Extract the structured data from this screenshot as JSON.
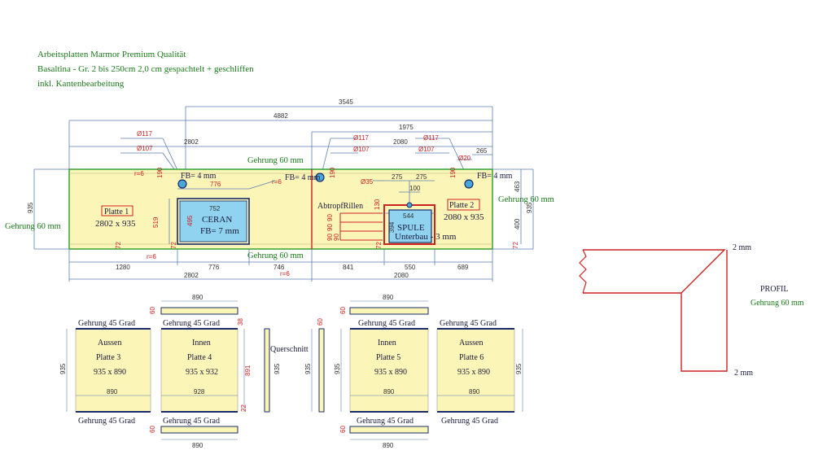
{
  "header": {
    "line1": "Arbeitsplatten Marmor Premium Qualität",
    "line2": "Basaltina - Gr. 2 bis 250cm 2,0 cm gespachtelt + geschliffen",
    "line3": "inkl. Kantenbearbeitung"
  },
  "top_plan": {
    "dim_3545": "3545",
    "dim_4882": "4882",
    "dim_2802_top": "2802",
    "dim_1975": "1975",
    "dim_2080_top": "2080",
    "hole_117_left": "Ø117",
    "hole_107_left": "Ø107",
    "hole_117_mid": "Ø117",
    "hole_107_mid": "Ø107",
    "hole_117_right": "Ø117",
    "hole_107_right": "Ø107",
    "hole_20": "Ø20",
    "dim_265": "265",
    "dim_190_a": "190",
    "dim_190_b": "190",
    "dim_190_c": "190",
    "gehrung_top": "Gehrung 60 mm",
    "gehrung_bottom": "Gehrung 60 mm",
    "gehrung_left": "Gehrung 60 mm",
    "gehrung_right": "Gehrung 60 mm",
    "fb_left": "FB= 4 mm",
    "fb_mid": "FB= 4 mm",
    "fb_right": "FB= 4 mm",
    "r6_a": "r=6",
    "r6_b": "r=6",
    "r6_c": "r=6",
    "r6_d": "r=6",
    "dim_776_top": "776",
    "dim_752": "752",
    "dim_495": "495",
    "dim_519": "519",
    "ceran_label": "CERAN",
    "ceran_fb": "FB= 7 mm",
    "platte1_label": "Platte 1",
    "platte1_size": "2802 x 935",
    "platte2_label": "Platte 2",
    "platte2_size": "2080 x 935",
    "dim_935_left": "935",
    "dim_935_right": "935",
    "dim_463": "463",
    "dim_400": "400",
    "dim_72_a": "72",
    "dim_72_b": "72",
    "dim_72_c": "72",
    "dim_72_d": "72",
    "abtropf_label": "AbtropfRillen",
    "dim_90_a": "90",
    "dim_90_b": "90",
    "dim_90_c": "90",
    "dim_90_d": "90",
    "dim_130": "130",
    "hole_35": "Ø35",
    "dim_275_a": "275",
    "dim_275_b": "275",
    "dim_100": "100",
    "dim_544": "544",
    "dim_394": "394",
    "spule_label": "SPULE",
    "spule_sub": "Unterbau - 3 mm",
    "bottom_1280": "1280",
    "bottom_776": "776",
    "bottom_746": "746",
    "bottom_841": "841",
    "bottom_550": "550",
    "bottom_689": "689",
    "bottom_2802": "2802",
    "bottom_2080": "2080",
    "bottom_r6": "r=6"
  },
  "panels": [
    {
      "label": "Aussen",
      "name": "Platte 3",
      "size": "935 x 890",
      "top": "Gehrung 45 Grad",
      "bottom": "Gehrung 45 Grad",
      "inner": "890",
      "side": "935"
    },
    {
      "label": "Innen",
      "name": "Platte 4",
      "size": "935 x 932",
      "top": "Gehrung 45 Grad",
      "bottom": "Gehrung 45 Grad",
      "inner": "928",
      "side": "891",
      "strip_top": "890",
      "strip_bottom": "890",
      "sw_a": "60",
      "sw_b": "60",
      "sw_c": "38",
      "sw_d": "22"
    },
    {
      "label": "Innen",
      "name": "Platte 5",
      "size": "935 x 890",
      "top": "Gehrung 45 Grad",
      "bottom": "Gehrung 45 Grad",
      "inner": "890",
      "side": "935",
      "strip_top": "890",
      "strip_bottom": "890",
      "sw_a": "60",
      "sw_b": "60"
    },
    {
      "label": "Aussen",
      "name": "Platte 6",
      "size": "935 x 890",
      "top": "Gehrung 45 Grad",
      "bottom": "Gehrung 45 Grad",
      "inner": "890",
      "side": "935"
    }
  ],
  "querschnitt": {
    "label": "Querschnitt",
    "dim_935_a": "935",
    "dim_935_b": "935",
    "dim_60": "60"
  },
  "profil": {
    "title": "PROFIL",
    "subtitle": "Gehrung 60 mm",
    "dim_top": "2 mm",
    "dim_bottom": "2 mm"
  },
  "colors": {
    "panel_fill": "#fbf5b8",
    "outline_green": "#2a9a2a",
    "sink_blue": "#8fd3f0",
    "accent_red": "#cc2222",
    "dim_blue": "#5b7fb0",
    "navy": "#1a2a6a"
  }
}
